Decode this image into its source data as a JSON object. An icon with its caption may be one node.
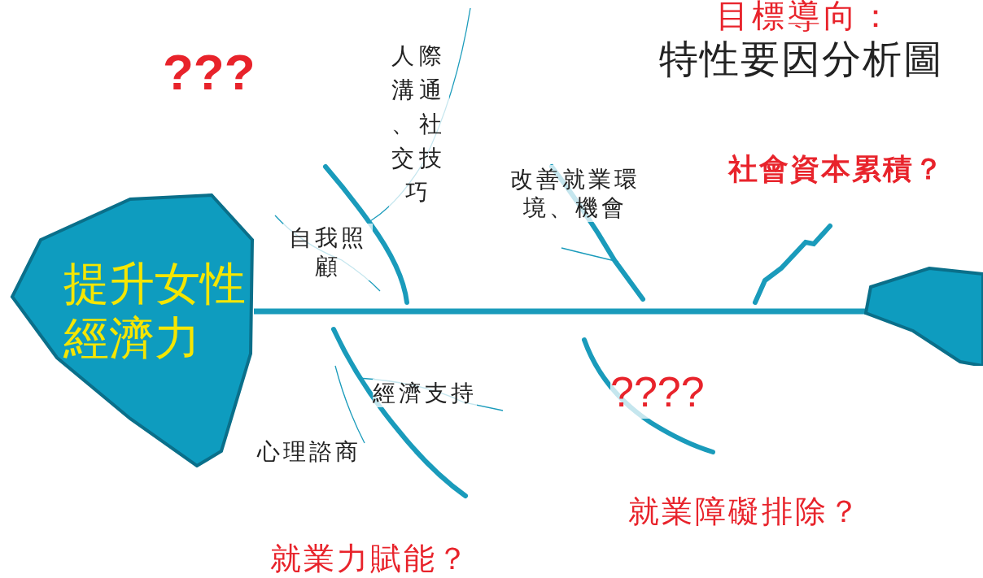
{
  "diagram": {
    "nodes": [
      {
        "text": [
          "提升女性經濟力"
        ]
      },
      {
        "text": [],
        "shape": "box"
      }
    ],
    "edges": [
      {
        "from": 0,
        "to": 1,
        "arrow": "none"
      }
    ],
    "labels": [
      "目標導向：",
      "特性要因分析圖",
      "???",
      "人際溝通、社交技巧",
      "社會資本累積？",
      "改善就業環境、機會",
      "自我照顧",
      "經濟支持",
      "????",
      "心理諮商",
      "就業障礙排除？",
      "就業力賦能？"
    ]
  }
}
